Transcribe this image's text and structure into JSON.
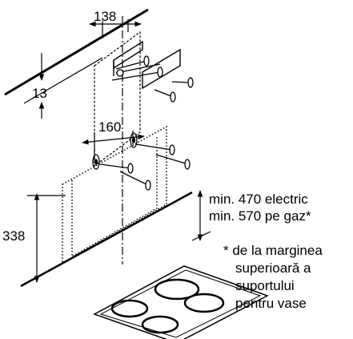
{
  "dimensions": {
    "top_width": "138",
    "bracket_offset": "13",
    "hole_spacing": "160",
    "min_height": "338"
  },
  "clearance_lines": [
    "min. 470 electric",
    "min. 570 pe gaz*"
  ],
  "footnote_lines": [
    "* de la marginea",
    "superioară a",
    "suportului",
    "pentru vase"
  ]
}
